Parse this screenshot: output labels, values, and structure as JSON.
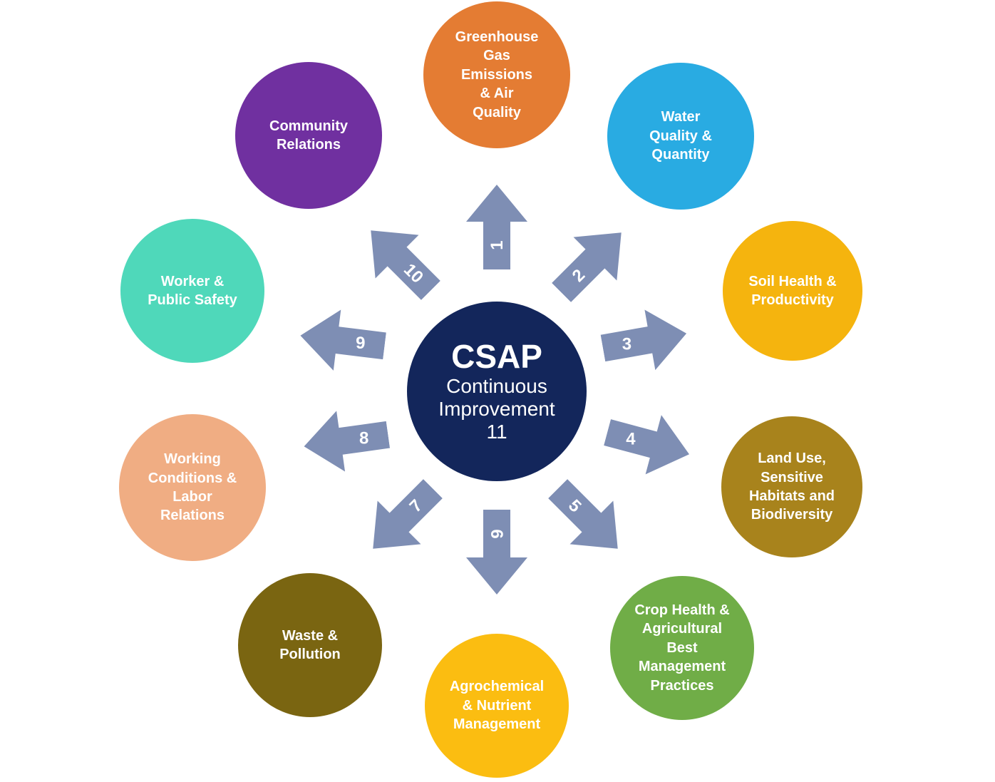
{
  "center": {
    "acronym": "CSAP",
    "subtitle": "Continuous\nImprovement\n11",
    "color": "#13265B"
  },
  "arrows": {
    "color": "#7E8EB4",
    "numbers": [
      "1",
      "2",
      "3",
      "4",
      "5",
      "6",
      "7",
      "8",
      "9",
      "10"
    ]
  },
  "categories": [
    {
      "number": 1,
      "label": "Greenhouse\nGas\nEmissions\n& Air\nQuality",
      "color": "#E47C33"
    },
    {
      "number": 2,
      "label": "Water\nQuality &\nQuantity",
      "color": "#29ABE2"
    },
    {
      "number": 3,
      "label": "Soil Health &\nProductivity",
      "color": "#F5B40E"
    },
    {
      "number": 4,
      "label": "Land Use,\nSensitive\nHabitats and\nBiodiversity",
      "color": "#A8831C"
    },
    {
      "number": 5,
      "label": "Crop Health &\nAgricultural\nBest\nManagement\nPractices",
      "color": "#70AD47"
    },
    {
      "number": 6,
      "label": "Agrochemical\n& Nutrient\nManagement",
      "color": "#FBBD11"
    },
    {
      "number": 7,
      "label": "Waste &\nPollution",
      "color": "#7A6511"
    },
    {
      "number": 8,
      "label": "Working\nConditions &\nLabor\nRelations",
      "color": "#F0AD83"
    },
    {
      "number": 9,
      "label": "Worker &\nPublic Safety",
      "color": "#4FD8BA"
    },
    {
      "number": 10,
      "label": "Community\nRelations",
      "color": "#7030A0"
    }
  ]
}
